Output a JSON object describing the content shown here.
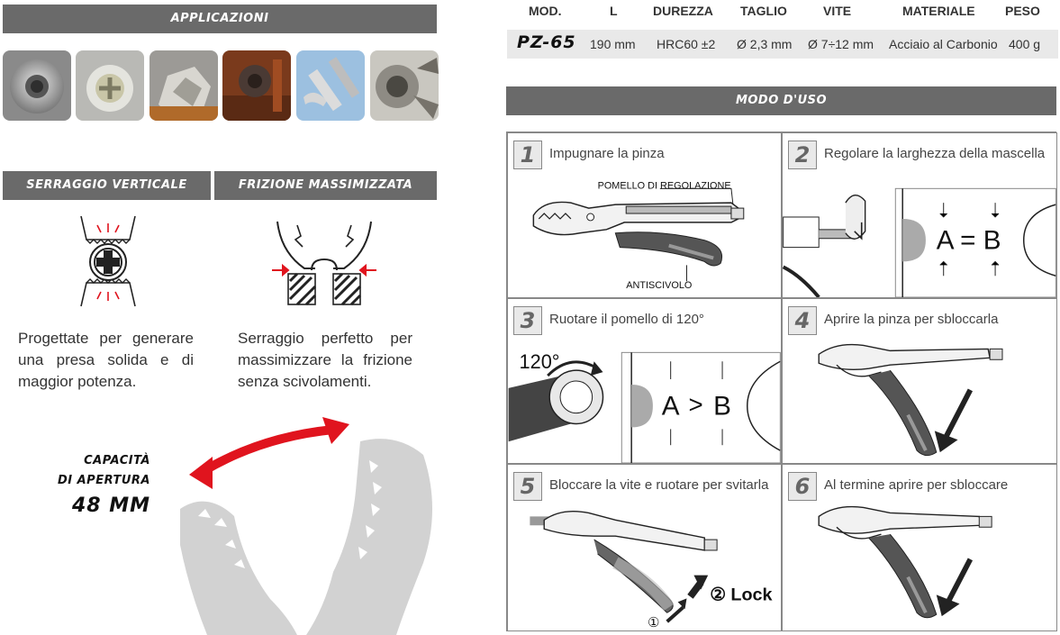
{
  "sections": {
    "applications": "APPLICAZIONI",
    "vertical_clamp": "SERRAGGIO VERTICALE",
    "max_friction": "FRIZIONE MASSIMIZZATA",
    "usage": "MODO D'USO"
  },
  "features": {
    "vertical_text": "Progettate per generare una presa solida e di maggior potenza.",
    "friction_text": "Serraggio perfetto per massimizzare la frizione senza scivolamenti."
  },
  "capacity": {
    "line1": "CAPACITÀ",
    "line2": "DI APERTURA",
    "value": "48 MM"
  },
  "specs": {
    "headers": [
      "MOD.",
      "L",
      "DUREZZA",
      "TAGLIO",
      "VITE",
      "MATERIALE",
      "PESO"
    ],
    "model": "PZ-65",
    "values": [
      "190 mm",
      "HRC60 ±2",
      "Ø 2,3 mm",
      "Ø 7÷12 mm",
      "Acciaio al Carbonio",
      "400 g"
    ]
  },
  "steps": [
    {
      "num": "1",
      "title": "Impugnare la pinza",
      "labels": [
        "POMELLO DI REGOLAZIONE",
        "ANTISCIVOLO"
      ]
    },
    {
      "num": "2",
      "title": "Regolare la larghezza della mascella",
      "labels": [
        "A = B"
      ]
    },
    {
      "num": "3",
      "title": "Ruotare il pomello di 120°",
      "labels": [
        "120°",
        "A",
        ">",
        "B"
      ]
    },
    {
      "num": "4",
      "title": "Aprire la pinza per sbloccarla",
      "labels": []
    },
    {
      "num": "5",
      "title": "Bloccare la vite e ruotare per svitarla",
      "labels": [
        "① ",
        "② Lock"
      ]
    },
    {
      "num": "6",
      "title": "Al termine aprire per sbloccare",
      "labels": []
    }
  ],
  "colors": {
    "header_bar": "#6a6a6a",
    "accent_red": "#e0141e",
    "row_bg": "#e9e9e9"
  }
}
